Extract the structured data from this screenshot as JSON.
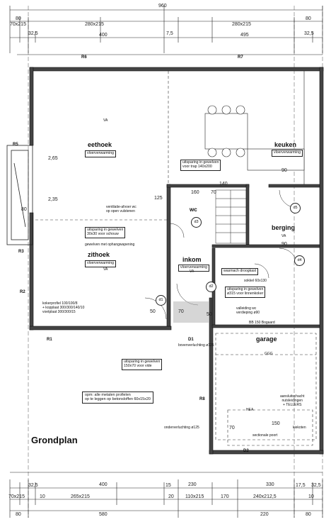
{
  "title": "Grondplan",
  "top_dims": {
    "total": "960",
    "r1": [
      "80",
      "70x215",
      "280x215",
      "280x215",
      "80"
    ],
    "r2": [
      "32,5",
      "400",
      "7,5",
      "495",
      "32,5"
    ]
  },
  "bottom_dims": {
    "r1": [
      "32,5",
      "400",
      "15",
      "230",
      "330",
      "17,5",
      "32,5"
    ],
    "r2": [
      "70x215",
      "10",
      "265x215",
      "20",
      "110x215",
      "170",
      "240x212,5",
      "10"
    ],
    "r3": [
      "80",
      "580",
      "220",
      "80"
    ]
  },
  "rooms": {
    "eethoek": "eethoek",
    "eethoek_sub": "vloerverwarming",
    "zithoek": "zithoek",
    "zithoek_sub": "vloerverwarming",
    "keuken": "keuken",
    "keuken_sub": "vloerverwarming",
    "berging": "berging",
    "inkom": "inkom",
    "inkom_sub": "vloerverwarming",
    "wc": "wc",
    "garage": "garage"
  },
  "window_refs": [
    "R6",
    "R7",
    "R5",
    "R3",
    "R2",
    "R1",
    "R8",
    "D1",
    "D2",
    "d1",
    "d2",
    "d3",
    "d4",
    "d5"
  ],
  "labels": {
    "uitsparing_trap": [
      "uitsparing in gewelven",
      "voor trap 140x200"
    ],
    "ventilatie": [
      "ventilatie-afvoer wc",
      "op open vulstenen"
    ],
    "uitsparing_schouw": [
      "uitsparing in gewelven",
      "30x30 voor schouw"
    ],
    "gewelven_ophang": "gewelven met ophangwapening",
    "kokerprofiel": [
      "kokerprofiel 100/100/8",
      "+ kopplaat 300/300/140/10",
      "voetplaat 300/300/15"
    ],
    "wasmachine": "wasmach droogkast",
    "sokkel": "sokkel 60x130",
    "uitsparing_linnen": [
      "uitsparing in gewelven",
      "ø315 voor linnenkoker"
    ],
    "valleiding": [
      "valleiding wc",
      "verdieping ø90"
    ],
    "bovenverluchting": "bovenverluchting ø125",
    "uitsparing_vide": [
      "uitsparing in gewelven",
      "150x70 voor vide"
    ],
    "opm": [
      "opm: alle metalen profielen",
      "op te leggen op betonsloffen 60x15x20"
    ],
    "aansluiting": [
      "aansluitschacht",
      "nutsleidingen",
      "+ TELLERS"
    ],
    "onderverluchting": "onderverluchting ø125",
    "sectionale": "sectionale poort",
    "kiekoten": "kiekoten",
    "ggg": "GGG",
    "va": "VA",
    "hea": "HEA",
    "beam": "BB 150 Bogaard"
  },
  "small_dims": {
    "d_140": "140",
    "d_90a": "90",
    "d_90b": "90",
    "d_160": "160",
    "d_70a": "70",
    "d_50a": "50",
    "d_50b": "50",
    "d_70b": "70",
    "d_70c": "70",
    "d_80": "80",
    "d_235": "2,35",
    "d_265": "2,65",
    "d_125": "125",
    "d_150": "150"
  }
}
